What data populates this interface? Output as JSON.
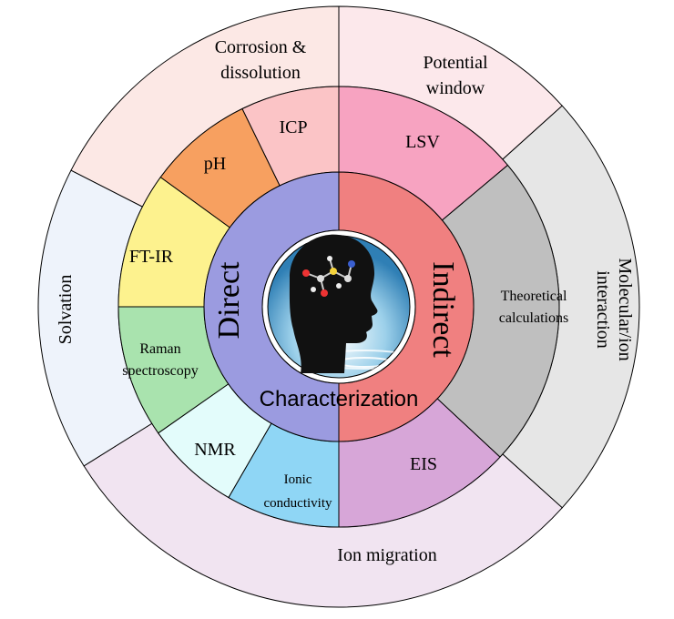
{
  "center": {
    "image_description_icon": "head-silhouette-with-molecule-icon"
  },
  "inner_ring": {
    "direct_label": "Direct",
    "indirect_label": "Indirect",
    "characterization_label": "Characterization",
    "direct_color": "#9b9be0",
    "indirect_color": "#f08080"
  },
  "middle_ring": {
    "icp": "ICP",
    "ph": "pH",
    "ftir": "FT-IR",
    "raman_line1": "Raman",
    "raman_line2": "spectroscopy",
    "nmr": "NMR",
    "ionic_line1": "Ionic",
    "ionic_line2": "conductivity",
    "eis": "EIS",
    "theoretical_line1": "Theoretical",
    "theoretical_line2": "calculations",
    "lsv": "LSV"
  },
  "outer_ring": {
    "corrosion_line1": "Corrosion &",
    "corrosion_line2": "dissolution",
    "potential_line1": "Potential",
    "potential_line2": "window",
    "molecular_line1": "Molecular/ion",
    "molecular_line2": "interaction",
    "ion_migration": "Ion migration",
    "solvation": "Solvation"
  },
  "colors": {
    "icp": "#fbc4c6",
    "ph": "#f7a060",
    "ftir": "#fdf28e",
    "raman": "#a9e3ae",
    "nmr": "#e3fcfb",
    "ionic": "#8fd6f5",
    "eis": "#d7a6d8",
    "theoretical": "#bfbfbf",
    "lsv": "#f7a3c1",
    "corrosion": "#fce8e5",
    "potential": "#fce8eb",
    "molecular": "#e6e6e6",
    "ion_migration": "#f1e4f1",
    "solvation": "#eef3fb"
  }
}
